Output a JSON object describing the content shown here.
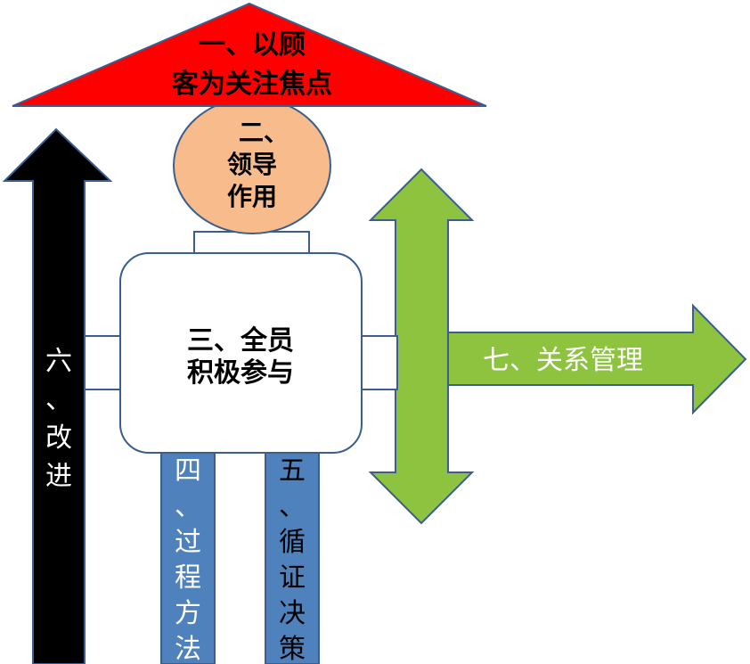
{
  "principles": {
    "customer_focus": {
      "line1": "一、以顾",
      "line2": "客为关注焦点",
      "fill": "#ff0000"
    },
    "leadership": {
      "line1": "二、",
      "line2": "领导",
      "line3": "作用",
      "fill": "#f8bc8c"
    },
    "engagement": {
      "line1": "三、全员",
      "line2": "积极参与",
      "fill": "#ffffff"
    },
    "process_approach": {
      "chars": [
        "四",
        "、",
        "过",
        "程",
        "方",
        "法"
      ],
      "fill": "#4f81bd"
    },
    "evidence_based": {
      "chars": [
        "五",
        "、",
        "循",
        "证",
        "决",
        "策"
      ],
      "fill": "#4f81bd"
    },
    "improvement": {
      "chars": [
        "六",
        "、",
        "改",
        "进"
      ],
      "fill": "#000000"
    },
    "relationship": {
      "text": "七、关系管理",
      "fill": "#8dc33f"
    }
  },
  "colors": {
    "outline": "#3a5f8f",
    "text_dark": "#000000",
    "text_light": "#ffffff"
  }
}
